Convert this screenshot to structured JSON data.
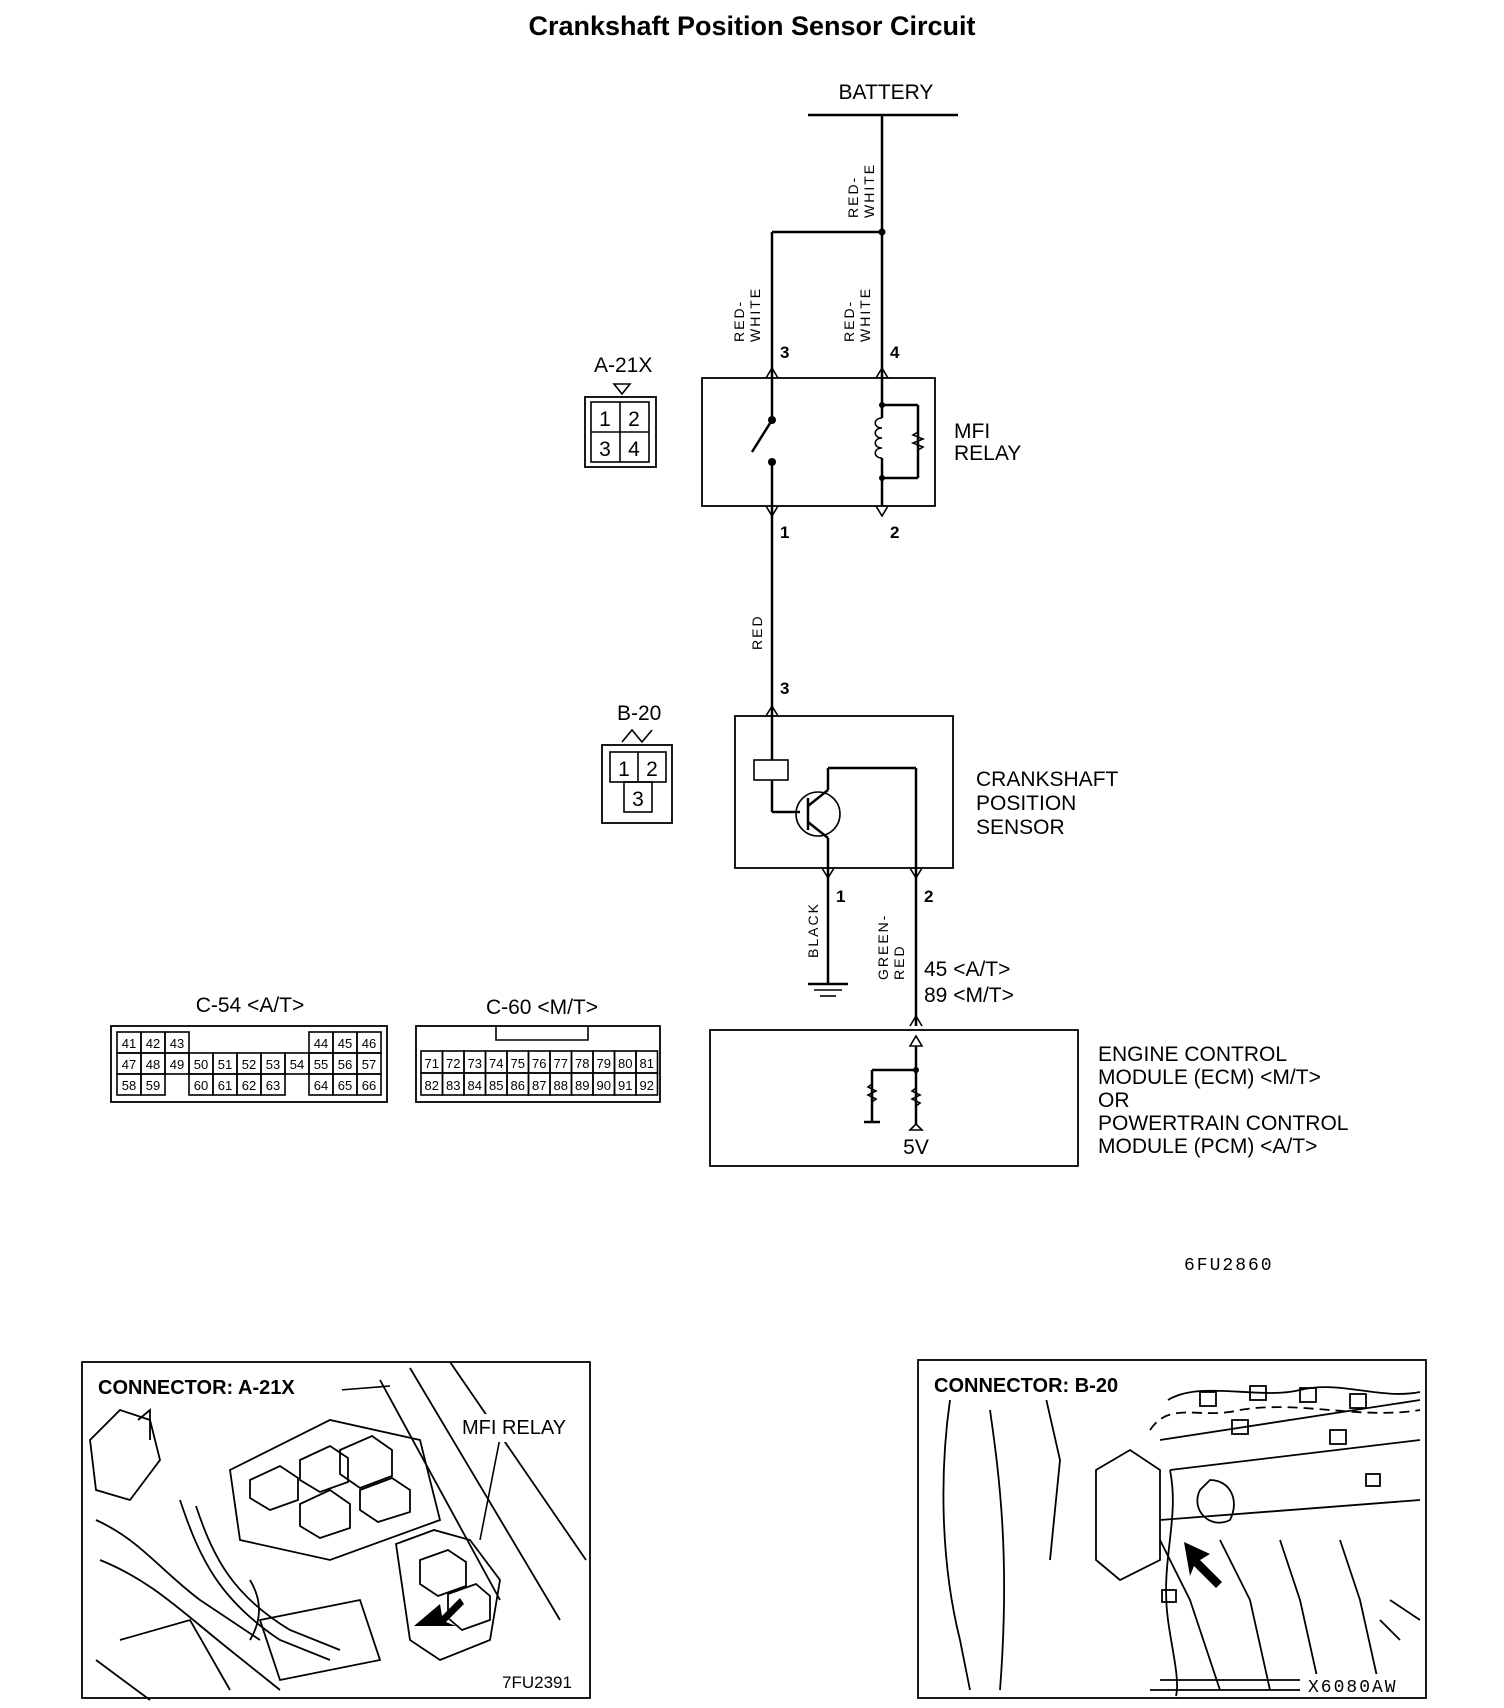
{
  "title": "Crankshaft Position Sensor Circuit",
  "battery": "BATTERY",
  "wires": {
    "battery_feed": [
      "RED-",
      "WHITE"
    ],
    "relay_pin3": [
      "RED-",
      "WHITE"
    ],
    "relay_pin4": [
      "RED-",
      "WHITE"
    ],
    "relay_to_sensor": "RED",
    "ground": "BLACK",
    "signal": [
      "GREEN-",
      "RED"
    ]
  },
  "mfi_relay": {
    "label": [
      "MFI",
      "RELAY"
    ],
    "connector": "A-21X",
    "pins": {
      "top_left": "3",
      "top_right": "4",
      "bottom_left": "1",
      "bottom_right": "2"
    },
    "connector_face": [
      "1",
      "2",
      "3",
      "4"
    ]
  },
  "sensor": {
    "label": [
      "CRANKSHAFT",
      "POSITION",
      "SENSOR"
    ],
    "connector": "B-20",
    "pins": {
      "top": "3",
      "bottom_left": "1",
      "bottom_right": "2"
    },
    "connector_face": [
      "1",
      "2",
      "3"
    ]
  },
  "ecm": {
    "label": [
      "ENGINE CONTROL",
      "MODULE (ECM) <M/T>",
      "OR",
      "POWERTRAIN  CONTROL",
      "MODULE (PCM) <A/T>"
    ],
    "terminals": [
      "45 <A/T>",
      "89 <M/T>"
    ],
    "voltage": "5V"
  },
  "c54": {
    "title": "C-54 <A/T>",
    "rows": [
      [
        "41",
        "42",
        "43",
        "",
        "",
        "",
        "",
        "",
        "44",
        "45",
        "46"
      ],
      [
        "47",
        "48",
        "49",
        "50",
        "51",
        "52",
        "53",
        "54",
        "55",
        "56",
        "57"
      ],
      [
        "58",
        "59",
        "",
        "60",
        "61",
        "62",
        "63",
        "",
        "64",
        "65",
        "66"
      ]
    ]
  },
  "c60": {
    "title": "C-60 <M/T>",
    "rows": [
      [
        "71",
        "72",
        "73",
        "74",
        "75",
        "76",
        "77",
        "78",
        "79",
        "80",
        "81"
      ],
      [
        "82",
        "83",
        "84",
        "85",
        "86",
        "87",
        "88",
        "89",
        "90",
        "91",
        "92"
      ]
    ]
  },
  "diagram_code": "6FU2860",
  "photo_left": {
    "caption": "CONNECTOR:  A-21X",
    "label": "MFI RELAY",
    "code": "7FU2391"
  },
  "photo_right": {
    "caption": "CONNECTOR:  B-20",
    "code": "X6080AW"
  }
}
